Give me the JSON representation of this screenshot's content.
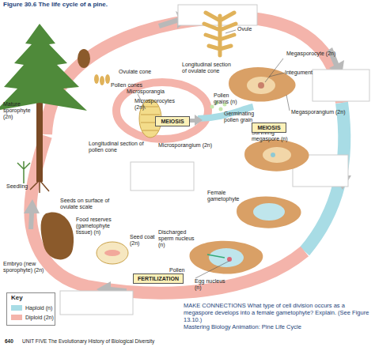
{
  "diagram": {
    "title": "Figure 30.6 The life cycle of a pine.",
    "nodes": [
      {
        "text": [
          "MEIOSIS"
        ]
      },
      {
        "text": [
          "MEIOSIS"
        ]
      },
      {
        "text": [
          "FERTILIZATION"
        ]
      }
    ],
    "labels": [
      "Ovule",
      "Longitudinal section of ovulate cone",
      "Ovulate cone",
      "Pollen cones",
      "Microsporangia",
      "Microsporocytes (2n)",
      "Pollen grains (n)",
      "Mature sporophyte (2n)",
      "Longitudinal section of pollen cone",
      "Microsporangium (2n)",
      "Megasporocyte (2n)",
      "Integument",
      "Germinating pollen grain",
      "Megasporangium (2n)",
      "Surviving megaspore (n)",
      "Seedling",
      "Female gametophyte",
      "Seeds on surface of ovulate scale",
      "Food reserves (gametophyte tissue) (n)",
      "Seed coat (2n)",
      "Discharged sperm nucleus (n)",
      "Pollen tube",
      "Embryo (new sporophyte) (2n)",
      "Egg nucleus (n)",
      "Key",
      "MAKE CONNECTIONS What type of cell division occurs as a megaspore develops into a female gametophyte? Explain. (See Figure 13.10.)",
      "Mastering Biology Animation: Pine Life Cycle",
      "640",
      "UNIT FIVE The Evolutionary History of Biological Diversity"
    ],
    "legend": [
      {
        "text": "Haploid (n)",
        "color": "#a8dce5"
      },
      {
        "text": "Diploid (2n)",
        "color": "#f4b4ab"
      }
    ]
  }
}
